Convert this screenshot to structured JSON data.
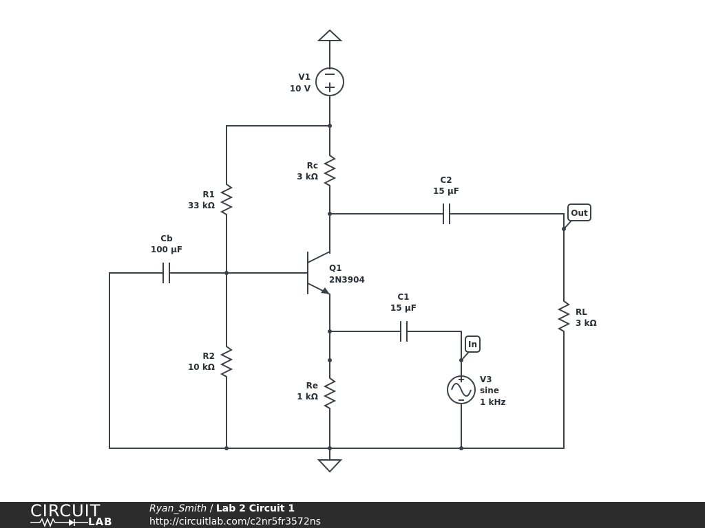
{
  "components": {
    "v1": {
      "name": "V1",
      "value": "10 V"
    },
    "rc": {
      "name": "Rc",
      "value": "3 kΩ"
    },
    "c2": {
      "name": "C2",
      "value": "15 µF"
    },
    "r1": {
      "name": "R1",
      "value": "33 kΩ"
    },
    "cb": {
      "name": "Cb",
      "value": "100 µF"
    },
    "q1": {
      "name": "Q1",
      "value": "2N3904"
    },
    "c1": {
      "name": "C1",
      "value": "15 µF"
    },
    "rl": {
      "name": "RL",
      "value": "3 kΩ"
    },
    "r2": {
      "name": "R2",
      "value": "10 kΩ"
    },
    "re": {
      "name": "Re",
      "value": "1 kΩ"
    },
    "v3": {
      "name": "V3",
      "wave": "sine",
      "value": "1 kHz"
    }
  },
  "net_labels": {
    "out": "Out",
    "in": "In"
  },
  "footer": {
    "logo_top": "CIRCUIT",
    "logo_bottom": "LAB",
    "author": "Ryan_Smith",
    "separator": " / ",
    "title": "Lab 2 Circuit 1",
    "url": "http://circuitlab.com/c2nr5fr3572ns"
  }
}
